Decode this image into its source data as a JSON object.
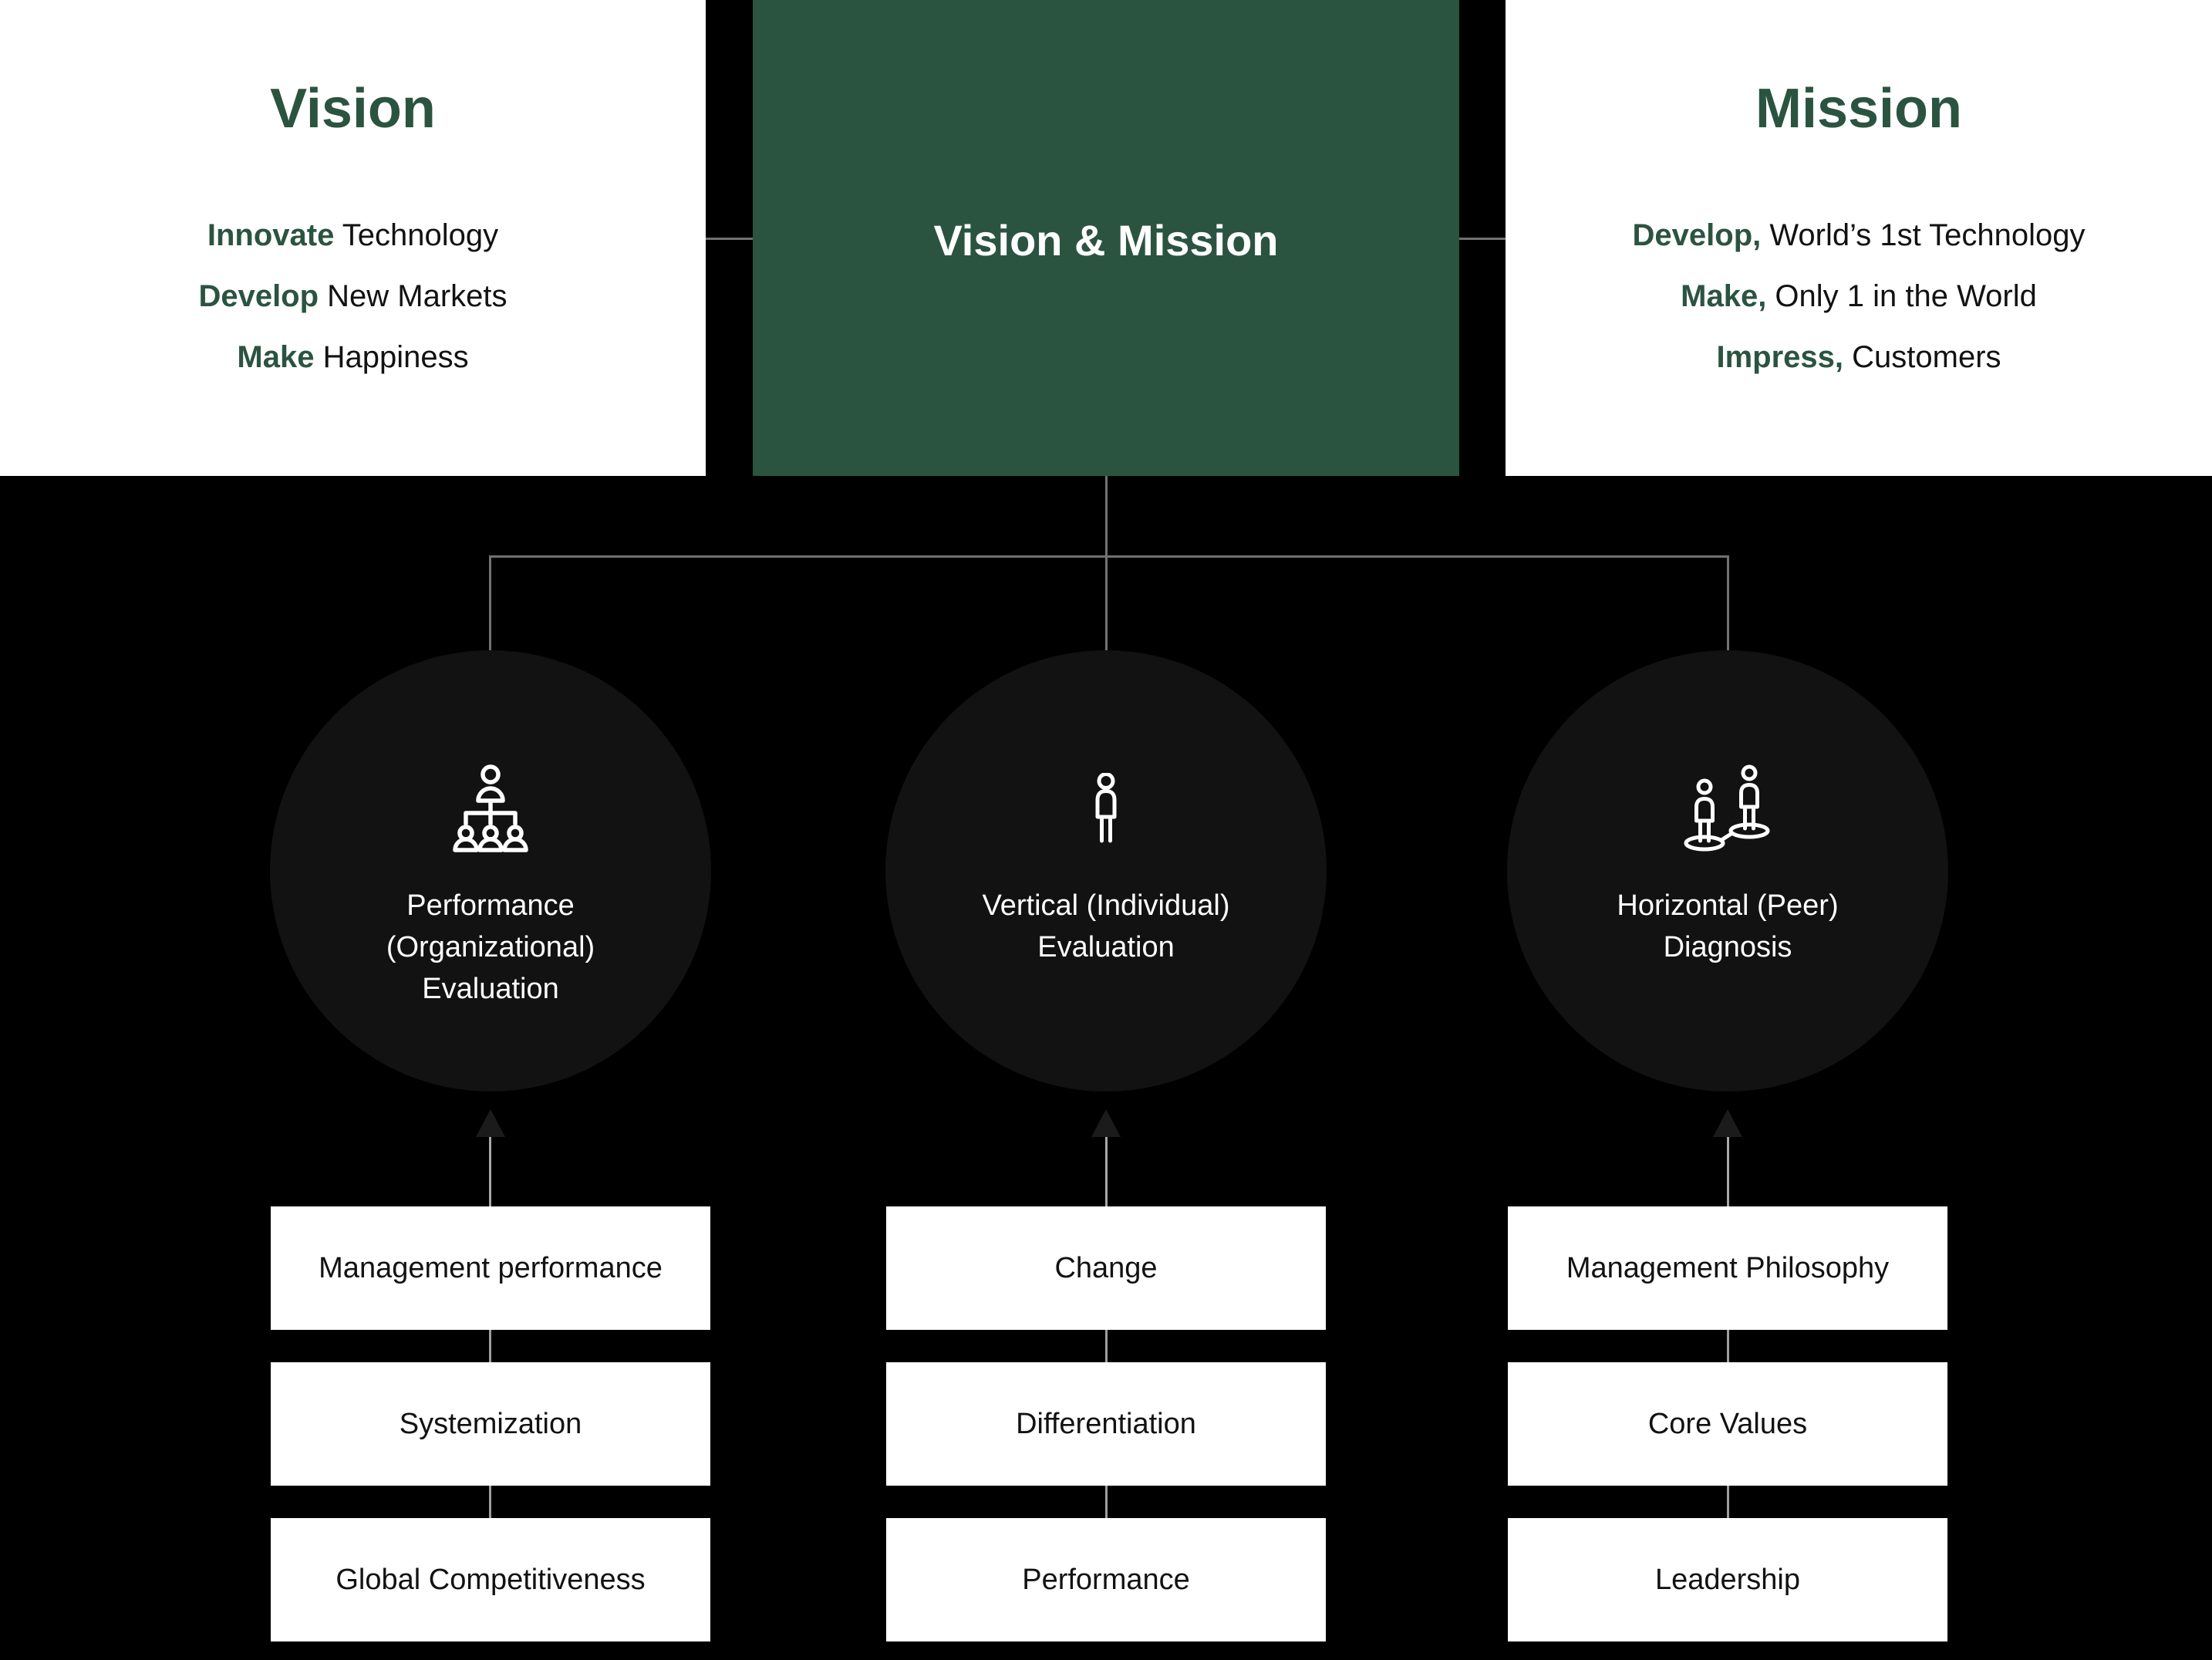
{
  "palette": {
    "green": "#2B5440",
    "background": "#000000",
    "panel_white": "#FFFFFF",
    "circle_fill": "#121212",
    "connector_gray": "#717171",
    "arrow_line_gray": "#A8A8A8",
    "arrow_head_dark": "#1B1B1B",
    "dark_text": "#121212"
  },
  "top": {
    "vision": {
      "title": "Vision",
      "items": [
        {
          "lead": "Innovate",
          "rest": " Technology"
        },
        {
          "lead": "Develop",
          "rest": " New Markets"
        },
        {
          "lead": "Make",
          "rest": " Happiness"
        }
      ]
    },
    "center": {
      "title": "Vision & Mission"
    },
    "mission": {
      "title": "Mission",
      "items": [
        {
          "lead": "Develop,",
          "rest": " World’s 1st Technology"
        },
        {
          "lead": "Make,",
          "rest": " Only 1 in the World"
        },
        {
          "lead": "Impress,",
          "rest": " Customers"
        }
      ]
    }
  },
  "circles": [
    {
      "icon": "org-chart-icon",
      "lines": [
        "Performance",
        "(Organizational)",
        "Evaluation"
      ]
    },
    {
      "icon": "person-icon",
      "lines": [
        "Vertical (Individual)",
        "Evaluation"
      ]
    },
    {
      "icon": "peer-diagnosis-icon",
      "lines": [
        "Horizontal (Peer)",
        "Diagnosis"
      ]
    }
  ],
  "columns": [
    {
      "boxes": [
        "Management performance",
        "Systemization",
        "Global Competitiveness"
      ]
    },
    {
      "boxes": [
        "Change",
        "Differentiation",
        "Performance"
      ]
    },
    {
      "boxes": [
        "Management Philosophy",
        "Core Values",
        "Leadership"
      ]
    }
  ]
}
